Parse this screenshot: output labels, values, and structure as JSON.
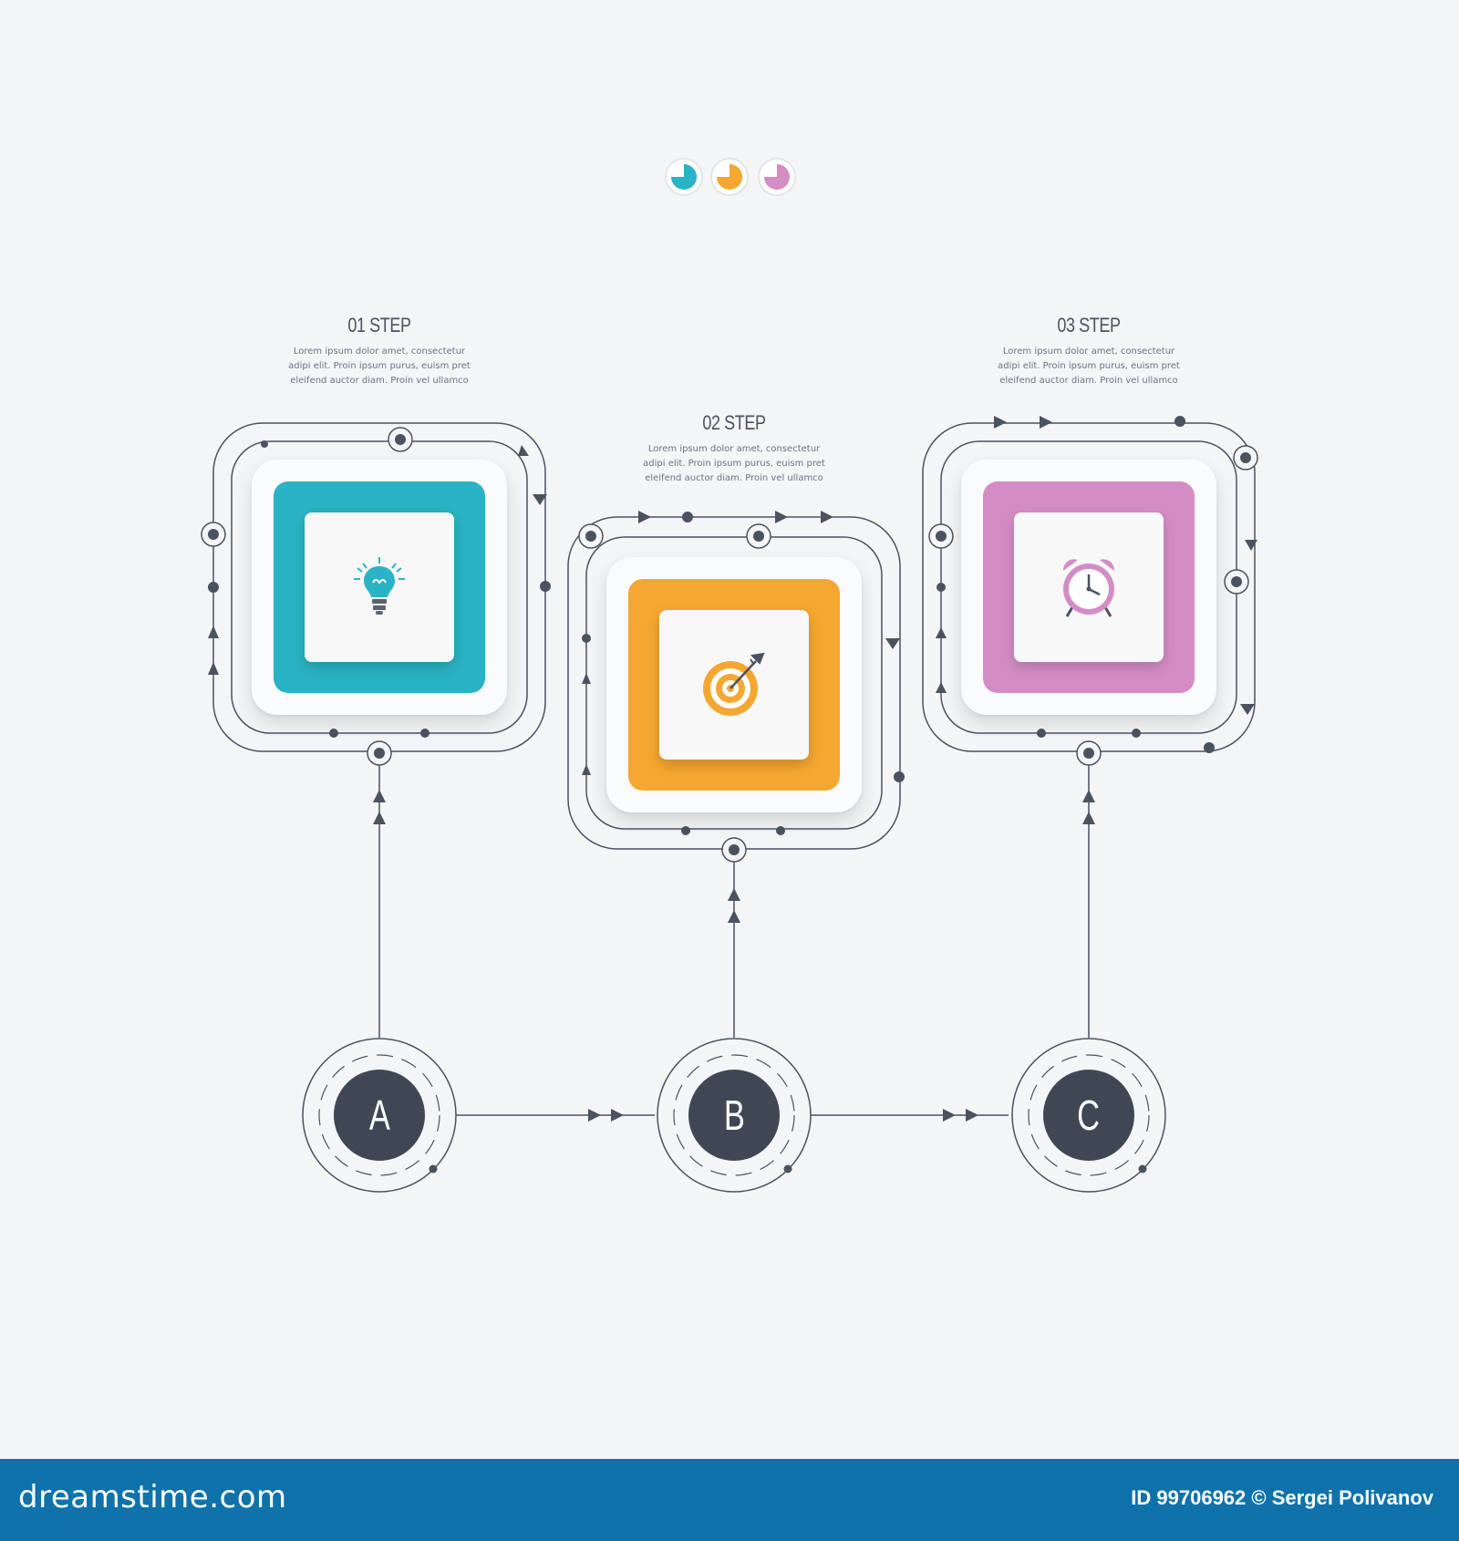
{
  "steps": [
    {
      "title": "01 STEP",
      "desc_lines": [
        "Lorem ipsum dolor amet, consectetur",
        "adipi elit. Proin ipsum purus, euism pret",
        "eleifend auctor diam. Proin vel ullamco"
      ],
      "color": "#2ab3c4",
      "icon": "lightbulb-icon"
    },
    {
      "title": "02 STEP",
      "desc_lines": [
        "Lorem ipsum dolor amet, consectetur",
        "adipi elit. Proin ipsum purus, euism pret",
        "eleifend auctor diam. Proin vel ullamco"
      ],
      "color": "#f5a731",
      "icon": "target-icon"
    },
    {
      "title": "03 STEP",
      "desc_lines": [
        "Lorem ipsum dolor amet, consectetur",
        "adipi elit. Proin ipsum purus, euism pret",
        "eleifend auctor diam. Proin vel ullamco"
      ],
      "color": "#d48dc4",
      "icon": "alarm-clock-icon"
    }
  ],
  "nodes": [
    {
      "label": "A"
    },
    {
      "label": "B"
    },
    {
      "label": "C"
    }
  ],
  "legend_colors": [
    "#2ab3c4",
    "#f5a731",
    "#d48dc4"
  ],
  "line_color": "#4a5360",
  "footer": {
    "brand": "dreamstime.com",
    "attribution": "ID 99706962 © Sergei Polivanov"
  }
}
